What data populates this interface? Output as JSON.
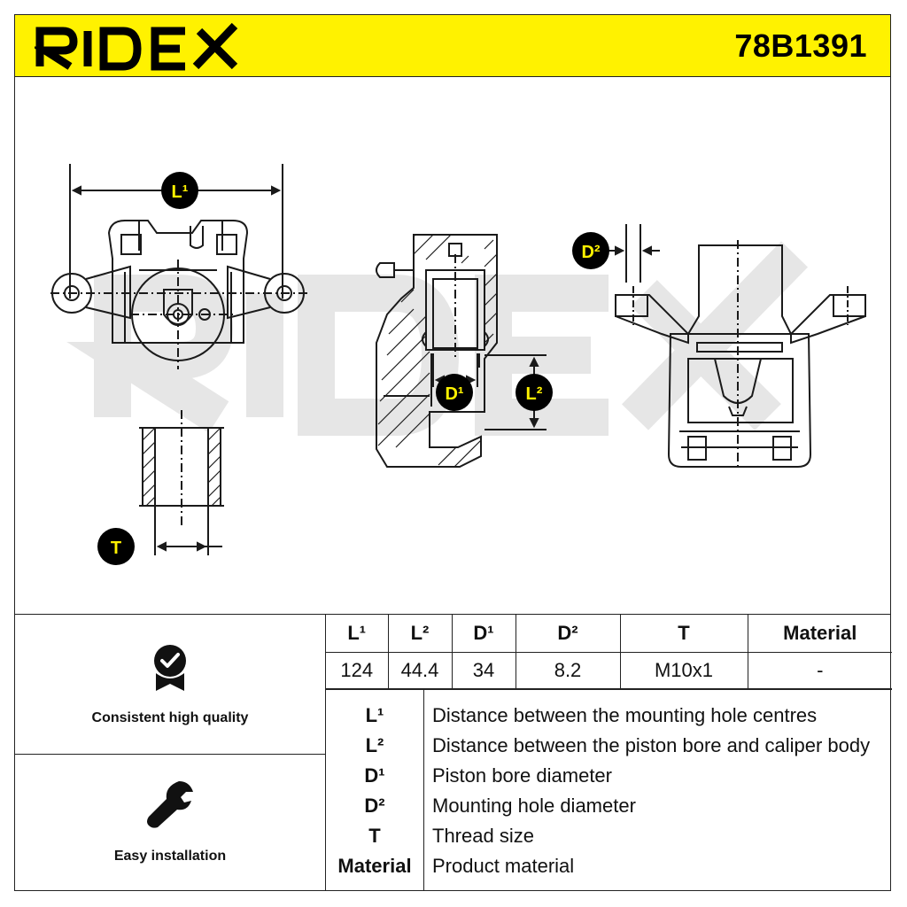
{
  "header": {
    "brand": "RIDEX",
    "part_number": "78B1391"
  },
  "drawing": {
    "watermark": "RIDEX",
    "dimension_callouts": {
      "l1": "L¹",
      "l2": "L²",
      "d1": "D¹",
      "d2": "D²",
      "t": "T"
    }
  },
  "features": [
    {
      "label": "Consistent high quality",
      "icon": "quality-badge-icon"
    },
    {
      "label": "Easy installation",
      "icon": "wrench-icon"
    }
  ],
  "spec_table": {
    "headers": [
      "L¹",
      "L²",
      "D¹",
      "D²",
      "T",
      "Material"
    ],
    "values": [
      "124",
      "44.4",
      "34",
      "8.2",
      "M10x1",
      "-"
    ]
  },
  "legend": [
    {
      "symbol": "L¹",
      "description": "Distance between the mounting hole centres"
    },
    {
      "symbol": "L²",
      "description": "Distance between the piston bore and caliper body"
    },
    {
      "symbol": "D¹",
      "description": "Piston bore diameter"
    },
    {
      "symbol": "D²",
      "description": "Mounting hole diameter"
    },
    {
      "symbol": "T",
      "description": "Thread size"
    },
    {
      "symbol": "Material",
      "description": "Product material"
    }
  ],
  "colors": {
    "brand_yellow": "#fff200",
    "callout_black": "#000000",
    "line": "#222222",
    "watermark": "#e6e6e6"
  }
}
